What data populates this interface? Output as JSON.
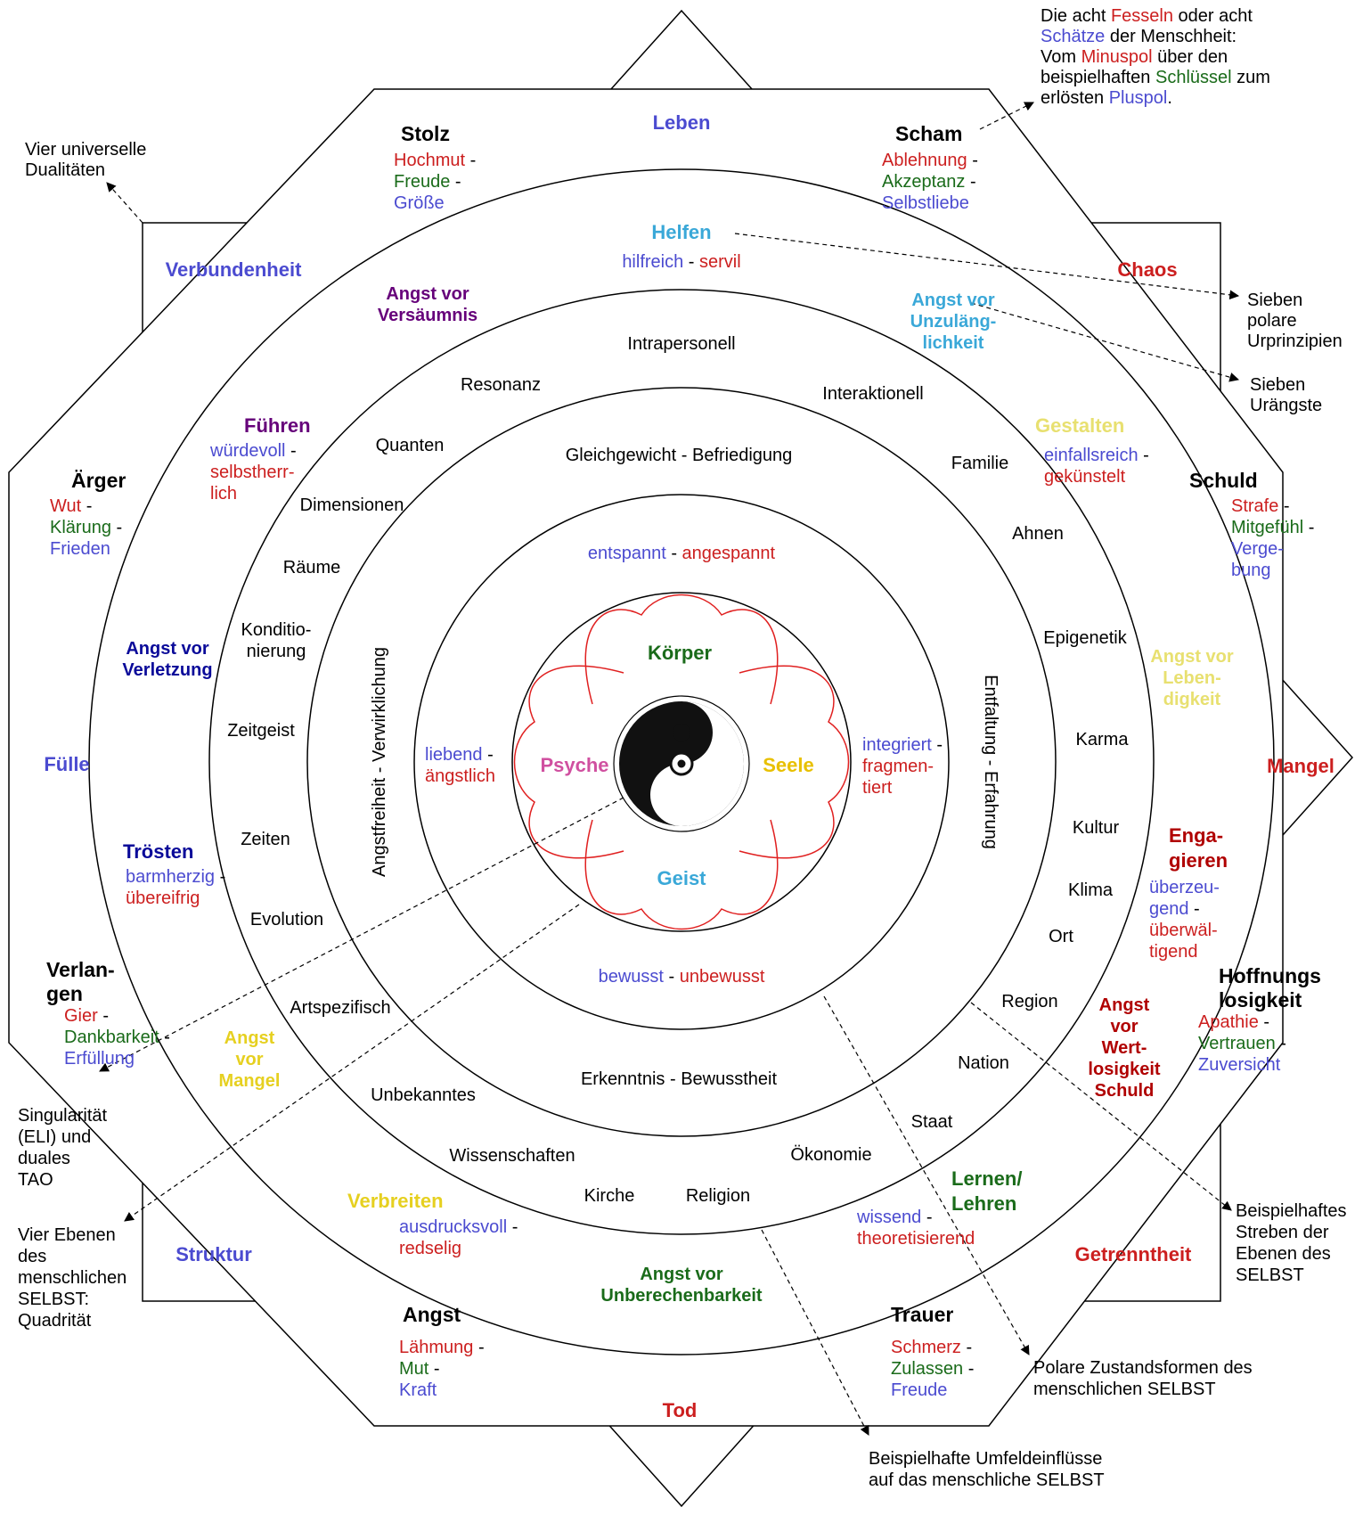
{
  "colors": {
    "red": "#cc1f1f",
    "darkred": "#b00000",
    "green": "#1a6b1a",
    "blue": "#4b4bd0",
    "navy": "#0a0a99",
    "purple": "#66007a",
    "cyan": "#3aa8d8",
    "yellow": "#e6d020",
    "yellowpale": "#e8e070",
    "pink": "#d050a0",
    "goldtext": "#e8c000",
    "black": "#000000"
  },
  "annotations": {
    "top_right": [
      [
        {
          "t": "Die acht ",
          "c": "black"
        },
        {
          "t": "Fesseln",
          "c": "red"
        },
        {
          "t": " oder acht",
          "c": "black"
        }
      ],
      [
        {
          "t": "Schätze",
          "c": "blue"
        },
        {
          "t": " der Menschheit:",
          "c": "black"
        }
      ],
      [
        {
          "t": "Vom ",
          "c": "black"
        },
        {
          "t": "Minuspol",
          "c": "red"
        },
        {
          "t": " über den",
          "c": "black"
        }
      ],
      [
        {
          "t": "beispielhaften ",
          "c": "black"
        },
        {
          "t": "Schlüssel",
          "c": "green"
        },
        {
          "t": " zum",
          "c": "black"
        }
      ],
      [
        {
          "t": "erlösten ",
          "c": "black"
        },
        {
          "t": "Pluspol",
          "c": "blue"
        },
        {
          "t": ".",
          "c": "black"
        }
      ]
    ],
    "top_left": [
      "Vier universelle",
      "Dualitäten"
    ],
    "sieben_prinzipien": [
      "Sieben",
      "polare",
      "Urprinzipien"
    ],
    "sieben_aengste": [
      "Sieben",
      "Urängste"
    ],
    "singularitaet": [
      "Singularität",
      "(ELI) und",
      "duales",
      "TAO"
    ],
    "vier_ebenen": [
      "Vier Ebenen",
      "des",
      "menschlichen",
      "SELBST:",
      "Quadrität"
    ],
    "streben": [
      "Beispielhaftes",
      "Streben der",
      "Ebenen des",
      "SELBST"
    ],
    "zustandsformen": [
      "Polare Zustandsformen des",
      "menschlichen SELBST"
    ],
    "umfeld": [
      "Beispielhafte Umfeldeinflüsse",
      "auf das menschliche SELBST"
    ]
  },
  "dualities": {
    "leben": "Leben",
    "tod": "Tod",
    "fuelle": "Fülle",
    "mangel": "Mangel",
    "verbundenheit": "Verbundenheit",
    "chaos": "Chaos",
    "struktur": "Struktur",
    "getrenntheit": "Getrenntheit"
  },
  "fetters": [
    {
      "id": "stolz",
      "title": "Stolz",
      "lines": [
        [
          {
            "t": "Hochmut",
            "c": "red"
          },
          {
            "t": " -",
            "c": "black"
          }
        ],
        [
          {
            "t": "Freude",
            "c": "green"
          },
          {
            "t": " -",
            "c": "black"
          }
        ],
        [
          {
            "t": "Größe",
            "c": "blue"
          }
        ]
      ]
    },
    {
      "id": "scham",
      "title": "Scham",
      "lines": [
        [
          {
            "t": "Ablehnung",
            "c": "red"
          },
          {
            "t": " -",
            "c": "black"
          }
        ],
        [
          {
            "t": "Akzeptanz",
            "c": "green"
          },
          {
            "t": " -",
            "c": "black"
          }
        ],
        [
          {
            "t": "Selbstliebe",
            "c": "blue"
          }
        ]
      ]
    },
    {
      "id": "aerger",
      "title": "Ärger",
      "lines": [
        [
          {
            "t": "Wut",
            "c": "red"
          },
          {
            "t": " -",
            "c": "black"
          }
        ],
        [
          {
            "t": "Klärung",
            "c": "green"
          },
          {
            "t": " -",
            "c": "black"
          }
        ],
        [
          {
            "t": "Frieden",
            "c": "blue"
          }
        ]
      ]
    },
    {
      "id": "schuld",
      "title": "Schuld",
      "lines": [
        [
          {
            "t": "Strafe",
            "c": "red"
          },
          {
            "t": " -",
            "c": "black"
          }
        ],
        [
          {
            "t": "Mitgefühl",
            "c": "green"
          },
          {
            "t": " -",
            "c": "black"
          }
        ],
        [
          {
            "t": "Verge-",
            "c": "blue"
          }
        ],
        [
          {
            "t": "bung",
            "c": "blue"
          }
        ]
      ]
    },
    {
      "id": "verlangen",
      "title": "Verlan-\ngen",
      "lines": [
        [
          {
            "t": "Gier",
            "c": "red"
          },
          {
            "t": " -",
            "c": "black"
          }
        ],
        [
          {
            "t": "Dankbarkeit",
            "c": "green"
          },
          {
            "t": " -",
            "c": "black"
          }
        ],
        [
          {
            "t": "Erfüllung",
            "c": "blue"
          }
        ]
      ]
    },
    {
      "id": "hoffnung",
      "title": "Hoffnungs\nlosigkeit",
      "lines": [
        [
          {
            "t": "Apathie",
            "c": "red"
          },
          {
            "t": " -",
            "c": "black"
          }
        ],
        [
          {
            "t": "Vertrauen",
            "c": "green"
          },
          {
            "t": " -",
            "c": "black"
          }
        ],
        [
          {
            "t": "Zuversicht",
            "c": "blue"
          }
        ]
      ]
    },
    {
      "id": "angst",
      "title": "Angst",
      "lines": [
        [
          {
            "t": "Lähmung",
            "c": "red"
          },
          {
            "t": " -",
            "c": "black"
          }
        ],
        [
          {
            "t": "Mut",
            "c": "green"
          },
          {
            "t": " -",
            "c": "black"
          }
        ],
        [
          {
            "t": "Kraft",
            "c": "blue"
          }
        ]
      ]
    },
    {
      "id": "trauer",
      "title": "Trauer",
      "lines": [
        [
          {
            "t": "Schmerz",
            "c": "red"
          },
          {
            "t": " -",
            "c": "black"
          }
        ],
        [
          {
            "t": "Zulassen",
            "c": "green"
          },
          {
            "t": " -",
            "c": "black"
          }
        ],
        [
          {
            "t": "Freude",
            "c": "blue"
          }
        ]
      ]
    }
  ],
  "principles": [
    {
      "id": "helfen",
      "title": "Helfen",
      "tc": "cyan",
      "lines": [
        [
          {
            "t": "hilfreich",
            "c": "blue"
          },
          {
            "t": " - ",
            "c": "black"
          },
          {
            "t": "servil",
            "c": "red"
          }
        ]
      ]
    },
    {
      "id": "fuehren",
      "title": "Führen",
      "tc": "purple",
      "lines": [
        [
          {
            "t": "würdevoll",
            "c": "blue"
          },
          {
            "t": " -",
            "c": "black"
          }
        ],
        [
          {
            "t": "selbstherr-",
            "c": "red"
          }
        ],
        [
          {
            "t": "lich",
            "c": "red"
          }
        ]
      ]
    },
    {
      "id": "gestalten",
      "title": "Gestalten",
      "tc": "yellowpale",
      "lines": [
        [
          {
            "t": "einfallsreich",
            "c": "blue"
          },
          {
            "t": " -",
            "c": "black"
          }
        ],
        [
          {
            "t": "gekünstelt",
            "c": "red"
          }
        ]
      ]
    },
    {
      "id": "troesten",
      "title": "Trösten",
      "tc": "navy",
      "lines": [
        [
          {
            "t": "barmherzig",
            "c": "blue"
          },
          {
            "t": " -",
            "c": "black"
          }
        ],
        [
          {
            "t": "übereifrig",
            "c": "red"
          }
        ]
      ]
    },
    {
      "id": "engagieren",
      "title": "Enga-\ngieren",
      "tc": "darkred",
      "lines": [
        [
          {
            "t": "überzeu-",
            "c": "blue"
          }
        ],
        [
          {
            "t": "gend",
            "c": "blue"
          },
          {
            "t": " -",
            "c": "black"
          }
        ],
        [
          {
            "t": "überwäl-",
            "c": "red"
          }
        ],
        [
          {
            "t": "tigend",
            "c": "red"
          }
        ]
      ]
    },
    {
      "id": "verbreiten",
      "title": "Verbreiten",
      "tc": "yellow",
      "lines": [
        [
          {
            "t": "ausdrucksvoll",
            "c": "blue"
          },
          {
            "t": " -",
            "c": "black"
          }
        ],
        [
          {
            "t": "redselig",
            "c": "red"
          }
        ]
      ]
    },
    {
      "id": "lernen",
      "title": "Lernen/\nLehren",
      "tc": "green",
      "lines": [
        [
          {
            "t": "wissend",
            "c": "blue"
          },
          {
            "t": " -",
            "c": "black"
          }
        ],
        [
          {
            "t": "theoretisierend",
            "c": "red"
          }
        ]
      ]
    }
  ],
  "fears": [
    {
      "id": "versaeumnis",
      "text": "Angst vor\nVersäumnis",
      "c": "purple"
    },
    {
      "id": "unzulaenglichkeit",
      "text": "Angst vor\nUnzuläng-\nlichkeit",
      "c": "cyan"
    },
    {
      "id": "verletzung",
      "text": "Angst vor\nVerletzung",
      "c": "navy"
    },
    {
      "id": "lebendigkeit",
      "text": "Angst vor\nLeben-\ndigkeit",
      "c": "yellowpale"
    },
    {
      "id": "mangel",
      "text": "Angst\nvor\nMangel",
      "c": "yellow"
    },
    {
      "id": "wertlosigkeit",
      "text": "Angst\nvor\nWert-\nlosigkeit\nSchuld",
      "c": "darkred"
    },
    {
      "id": "unberechenbarkeit",
      "text": "Angst vor\nUnberechenbarkeit",
      "c": "green"
    }
  ],
  "environment": [
    "Intrapersonell",
    "Resonanz",
    "Interaktionell",
    "Quanten",
    "Familie",
    "Dimensionen",
    "Ahnen",
    "Räume",
    "Epigenetik",
    "Konditio-\nnierung",
    "Karma",
    "Zeitgeist",
    "Kultur",
    "Zeiten",
    "Klima",
    "Evolution",
    "Ort",
    "Artspezifisch",
    "Region",
    "Nation",
    "Unbekanntes",
    "Staat",
    "Wissenschaften",
    "Ökonomie",
    "Kirche",
    "Religion"
  ],
  "strivings": {
    "top": "Gleichgewicht - Befriedigung",
    "left": "Angstfreiheit - Verwirklichung",
    "right": "Entfaltung - Erfahrung",
    "bottom": "Erkenntnis - Bewusstheit"
  },
  "states": {
    "top": [
      {
        "t": "entspannt",
        "c": "blue"
      },
      {
        "t": " - ",
        "c": "black"
      },
      {
        "t": "angespannt",
        "c": "red"
      }
    ],
    "left": [
      [
        {
          "t": "liebend",
          "c": "blue"
        },
        {
          "t": " -",
          "c": "black"
        }
      ],
      [
        {
          "t": "ängstlich",
          "c": "red"
        }
      ]
    ],
    "right": [
      [
        {
          "t": "integriert",
          "c": "blue"
        },
        {
          "t": " -",
          "c": "black"
        }
      ],
      [
        {
          "t": "fragmen-",
          "c": "red"
        }
      ],
      [
        {
          "t": "tiert",
          "c": "red"
        }
      ]
    ],
    "bottom": [
      {
        "t": "bewusst",
        "c": "blue"
      },
      {
        "t": " - ",
        "c": "black"
      },
      {
        "t": "unbewusst",
        "c": "red"
      }
    ]
  },
  "selbst": {
    "koerper": "Körper",
    "psyche": "Psyche",
    "seele": "Seele",
    "geist": "Geist"
  }
}
